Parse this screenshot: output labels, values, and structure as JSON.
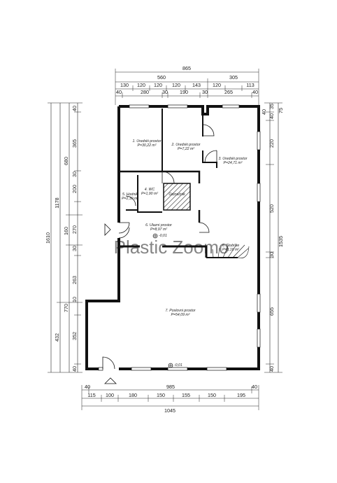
{
  "watermark": "Plastic Zoomo",
  "top_dims": {
    "overall": "865",
    "row2": [
      "560",
      "305"
    ],
    "row3": [
      "130",
      "120",
      "120",
      "120",
      "143",
      "120",
      "113"
    ],
    "row4": [
      "40",
      "280",
      "30",
      "190",
      "30",
      "265",
      "40"
    ]
  },
  "bottom_dims": {
    "row1": [
      "40",
      "985",
      "40"
    ],
    "row2": [
      "115",
      "100",
      "180",
      "150",
      "155",
      "150",
      "195"
    ],
    "overall": "1045"
  },
  "left_dims": {
    "overall": "1610",
    "col2": [
      "1178",
      "432"
    ],
    "col3": [
      "680",
      "160",
      "770"
    ],
    "col4": [
      "40",
      "365",
      "200",
      "270",
      "263",
      "352",
      "40"
    ],
    "col5": [
      "30",
      "30",
      "10"
    ]
  },
  "right_dims": {
    "overall": "1535",
    "col2": [
      "40",
      "220",
      "520",
      "30",
      "655",
      "40"
    ],
    "col3": [
      "35",
      "40",
      "75"
    ]
  },
  "rooms": [
    {
      "name": "1. Uredski prostor",
      "area": "P=30,22 m²"
    },
    {
      "name": "2. Uredski prostor",
      "area": "P=7,22 m²"
    },
    {
      "name": "3. Uredski prostor",
      "area": "P=24,71 m²"
    },
    {
      "name": "4. WC",
      "area": "P=1,90 m²"
    },
    {
      "name": "5. Hodnik",
      "area": "P=2,30 m²"
    },
    {
      "name": "6. Ulazni prostor",
      "area": "P=8,97 m²"
    },
    {
      "name": "6. Stubište",
      "area": "P=3,16 m²"
    },
    {
      "name": "7. Poslovni prostor",
      "area": "P=54,09 m²"
    }
  ],
  "labels": {
    "odzracnik": "Odzračnik",
    "level_top": "-0,01",
    "level_bottom": "-0,01"
  }
}
